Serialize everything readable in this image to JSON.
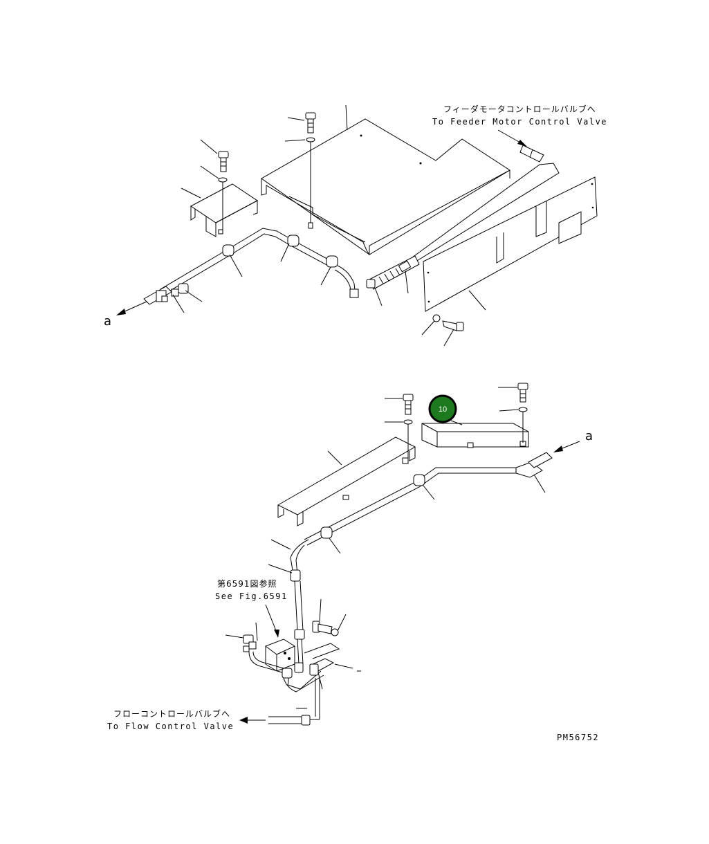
{
  "labels": {
    "feeder_jp": "フィーダモータコントロールバルブへ",
    "feeder_en": "To Feeder Motor Control Valve",
    "flow_jp": "フローコントロールバルブへ",
    "flow_en": "To Flow Control Valve",
    "see_fig_jp": "第6591図参照",
    "see_fig_en": "See Fig.6591",
    "ref_a_upper": "a",
    "ref_a_lower": "a",
    "drawing_code": "PM56752"
  },
  "callout": {
    "number": "10",
    "fill": "#1e7a1e",
    "ring": "#000000"
  }
}
